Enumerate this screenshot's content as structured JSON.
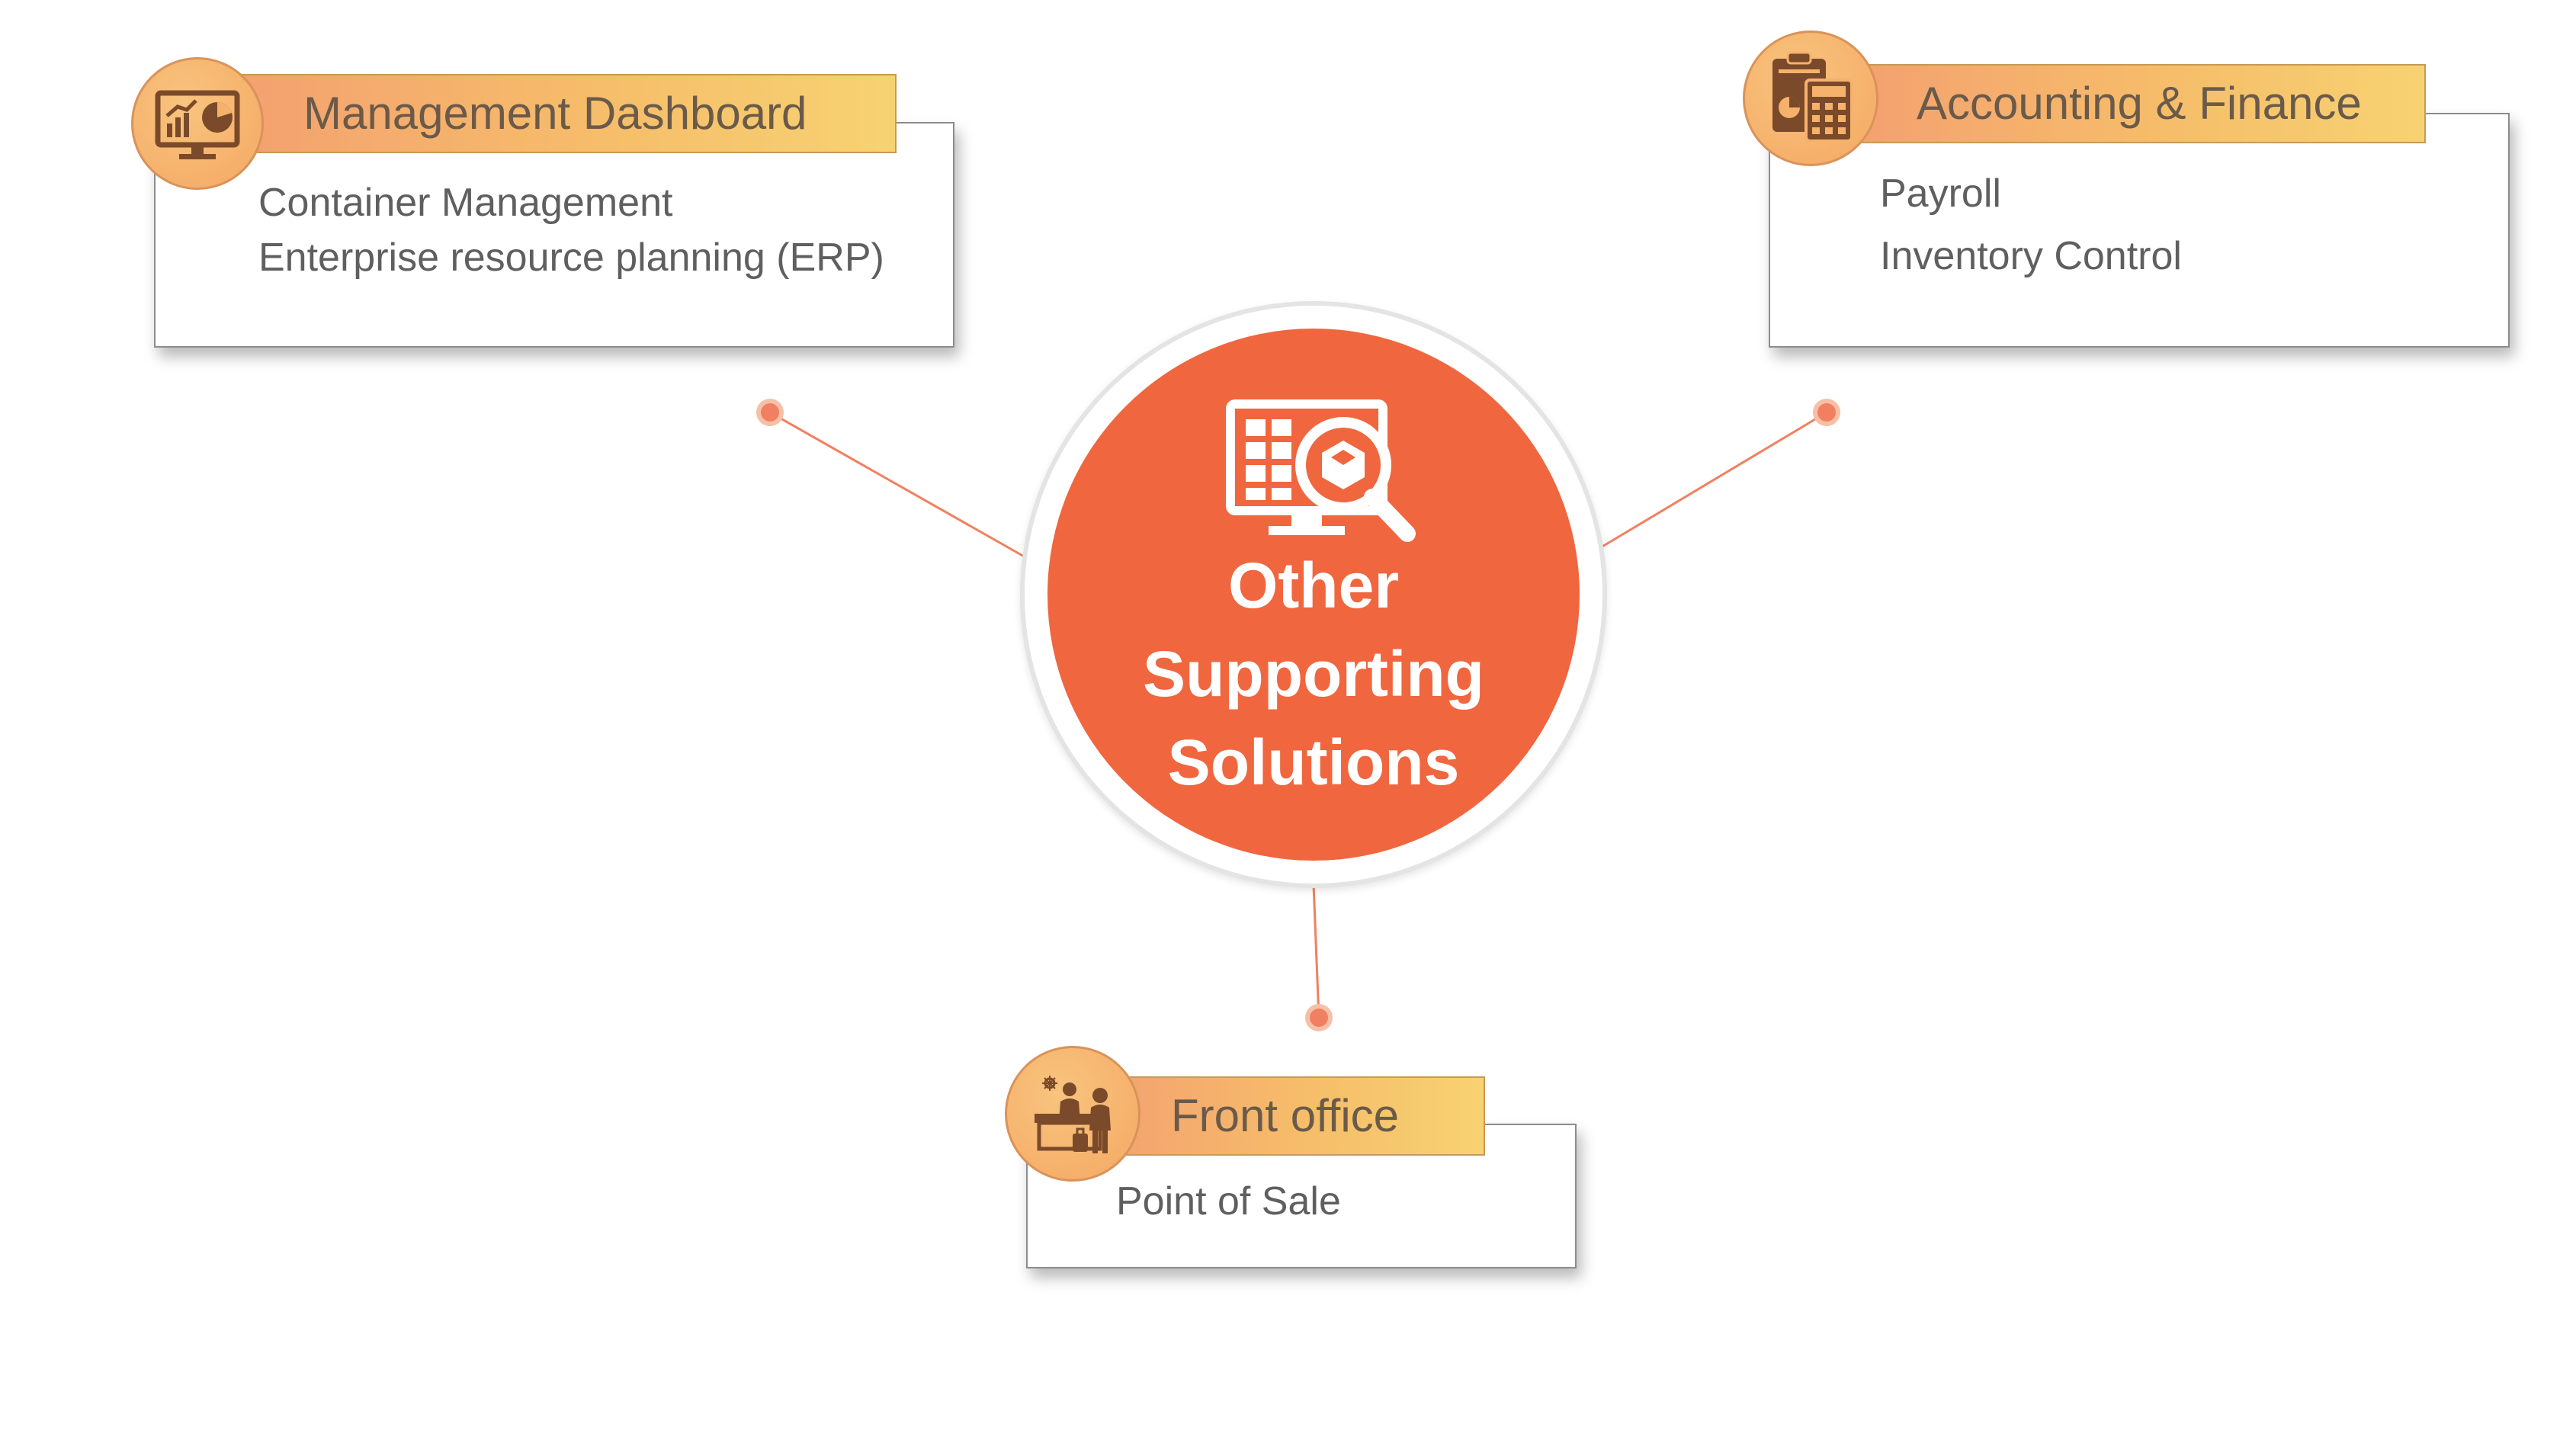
{
  "hub": {
    "lines": [
      "Other",
      "Supporting",
      "Solutions"
    ],
    "icon": "monitor-grid-search-icon"
  },
  "nodes": {
    "management": {
      "title": "Management Dashboard",
      "icon": "analytics-monitor-icon",
      "items": [
        "Container Management",
        "Enterprise resource planning (ERP)"
      ]
    },
    "accounting": {
      "title": "Accounting & Finance",
      "icon": "clipboard-calculator-icon",
      "items": [
        "Payroll",
        "Inventory Control"
      ]
    },
    "front_office": {
      "title": "Front office",
      "icon": "reception-desk-icon",
      "items": [
        "Point of Sale"
      ]
    }
  },
  "colors": {
    "hub": "#f0663f",
    "connector": "#f08060",
    "banner_start": "#f4a070",
    "banner_end": "#f7d272",
    "badge": "#f6b26c",
    "icon_stroke": "#7a4a2a",
    "text": "#5f5f5f"
  }
}
